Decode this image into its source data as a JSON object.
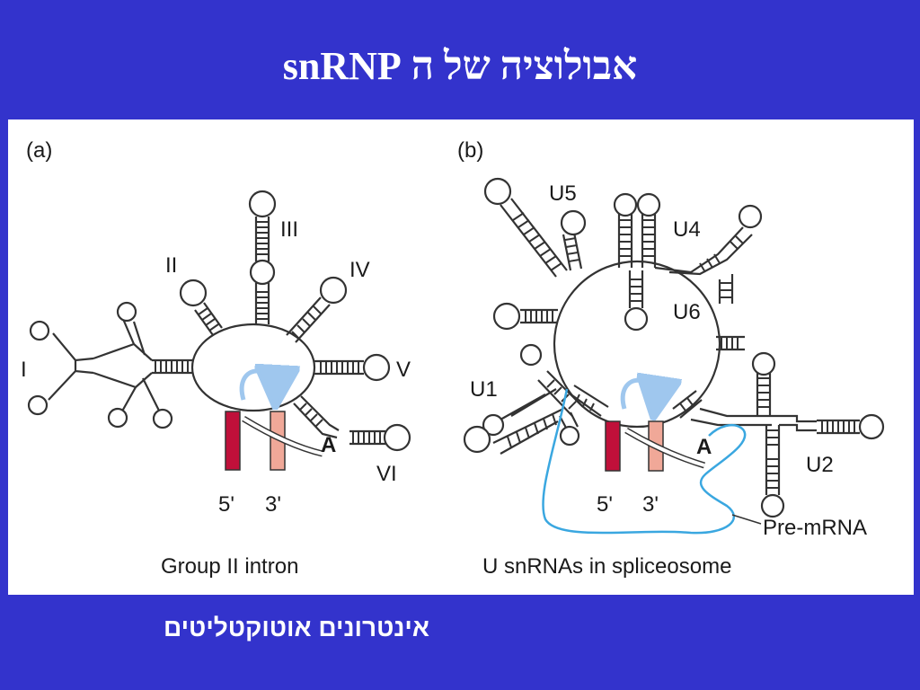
{
  "slide": {
    "title": "אבולוציה של ה snRNP",
    "caption": "אינטרונים אוטוקטליטים"
  },
  "panel_a": {
    "tag": "(a)",
    "domains": [
      "I",
      "II",
      "III",
      "IV",
      "V",
      "VI"
    ],
    "branch_site": "A",
    "five_prime": "5'",
    "three_prime": "3'",
    "caption": "Group II intron"
  },
  "panel_b": {
    "tag": "(b)",
    "snrnas": [
      "U5",
      "U4",
      "U6",
      "U1",
      "U2"
    ],
    "branch_site": "A",
    "five_prime": "5'",
    "three_prime": "3'",
    "pre_mrna": "Pre-mRNA",
    "caption": "U snRNAs in spliceosome"
  },
  "colors": {
    "background": "#3333CC",
    "five_prime_exon": "#C0103A",
    "three_prime_exon": "#F0A898",
    "arrow_blue": "#9FC7EE",
    "pre_mrna_line": "#3AA7E0"
  }
}
